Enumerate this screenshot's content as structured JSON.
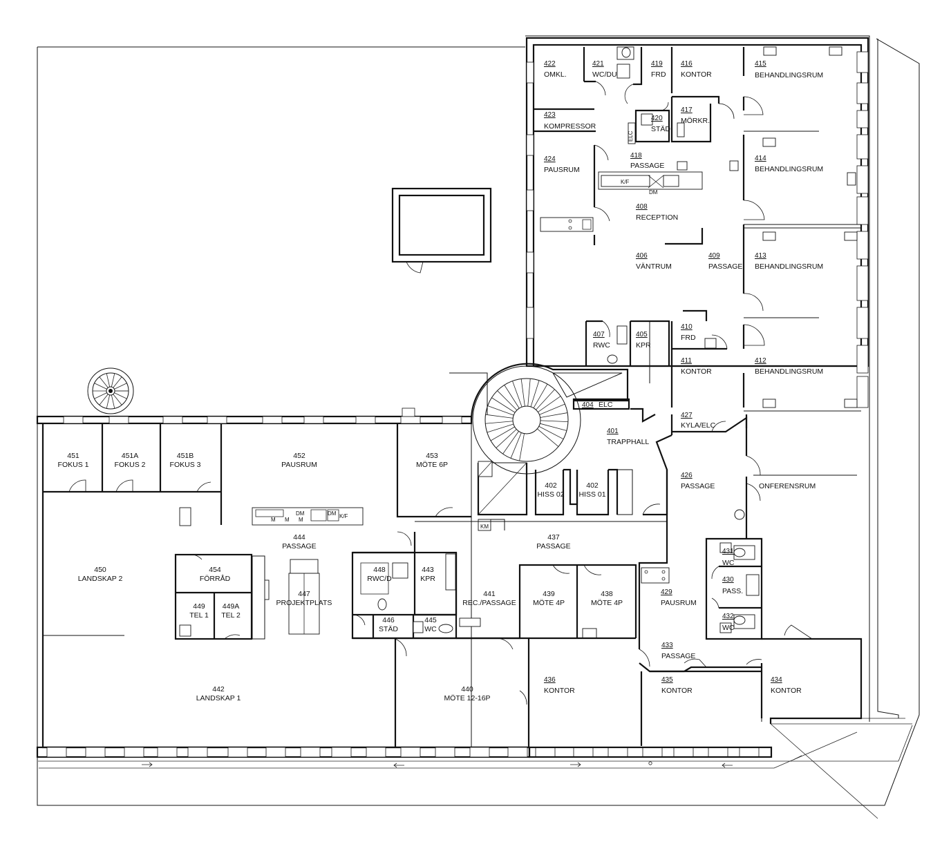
{
  "rooms_left": [
    {
      "num": "422",
      "name": "OMKL."
    },
    {
      "num": "421",
      "name": "WC/DU"
    },
    {
      "num": "419",
      "name": "FRD"
    },
    {
      "num": "416",
      "name": "KONTOR"
    },
    {
      "num": "415",
      "name": "BEHANDLINGSRUM"
    },
    {
      "num": "423",
      "name": "KOMPRESSOR"
    },
    {
      "num": "420",
      "name": "STÄD"
    },
    {
      "num": "417",
      "name": "MÖRKR."
    },
    {
      "num": "418",
      "name": "PASSAGE"
    },
    {
      "num": "424",
      "name": "PAUSRUM"
    },
    {
      "num": "414",
      "name": "BEHANDLINGSRUM"
    },
    {
      "num": "408",
      "name": "RECEPTION"
    },
    {
      "num": "406",
      "name": "VÄNTRUM"
    },
    {
      "num": "409",
      "name": "PASSAGE"
    },
    {
      "num": "413",
      "name": "BEHANDLINGSRUM"
    },
    {
      "num": "407",
      "name": "RWC"
    },
    {
      "num": "405",
      "name": "KPR"
    },
    {
      "num": "410",
      "name": "FRD"
    },
    {
      "num": "411",
      "name": "KONTOR"
    },
    {
      "num": "412",
      "name": "BEHANDLINGSRUM"
    },
    {
      "num": "404",
      "name": "ELC"
    },
    {
      "num": "401",
      "name": "TRAPPHALL"
    },
    {
      "num": "427",
      "name": "KYLA/ELC"
    },
    {
      "num": "426",
      "name": "PASSAGE"
    },
    {
      "num": "431",
      "name": "WC"
    },
    {
      "num": "430",
      "name": "PASS."
    },
    {
      "num": "432",
      "name": "WC"
    },
    {
      "num": "429",
      "name": "PAUSRUM"
    },
    {
      "num": "433",
      "name": "PASSAGE"
    },
    {
      "num": "436",
      "name": "KONTOR"
    },
    {
      "num": "435",
      "name": "KONTOR"
    },
    {
      "num": "434",
      "name": "KONTOR"
    }
  ],
  "rooms_center": [
    {
      "num": "451",
      "name": "FOKUS 1"
    },
    {
      "num": "451A",
      "name": "FOKUS 2"
    },
    {
      "num": "451B",
      "name": "FOKUS 3"
    },
    {
      "num": "452",
      "name": "PAUSRUM"
    },
    {
      "num": "453",
      "name": "MÖTE 6P"
    },
    {
      "num": "402",
      "name": "HISS 02"
    },
    {
      "num": "402",
      "name": "HISS 01"
    },
    {
      "num": "444",
      "name": "PASSAGE"
    },
    {
      "num": "437",
      "name": "PASSAGE"
    },
    {
      "num": "450",
      "name": "LANDSKAP 2"
    },
    {
      "num": "454",
      "name": "FÖRRÅD"
    },
    {
      "num": "449",
      "name": "TEL 1"
    },
    {
      "num": "449A",
      "name": "TEL 2"
    },
    {
      "num": "447",
      "name": "PROJEKTPLATS"
    },
    {
      "num": "448",
      "name": "RWC/D"
    },
    {
      "num": "443",
      "name": "KPR"
    },
    {
      "num": "446",
      "name": "STÄD"
    },
    {
      "num": "445",
      "name": "WC"
    },
    {
      "num": "441",
      "name": "REC./PASSAGE"
    },
    {
      "num": "439",
      "name": "MÖTE 4P"
    },
    {
      "num": "438",
      "name": "MÖTE 4P"
    },
    {
      "num": "442",
      "name": "LANDSKAP 1"
    },
    {
      "num": "440",
      "name": "MÖTE 12-16P"
    }
  ],
  "konferensrum": "ONFERENSRUM",
  "fixture_labels": {
    "kf": "K/F",
    "dm": "DM",
    "km": "KM",
    "elc_vertical": "ELC",
    "m": "M"
  }
}
